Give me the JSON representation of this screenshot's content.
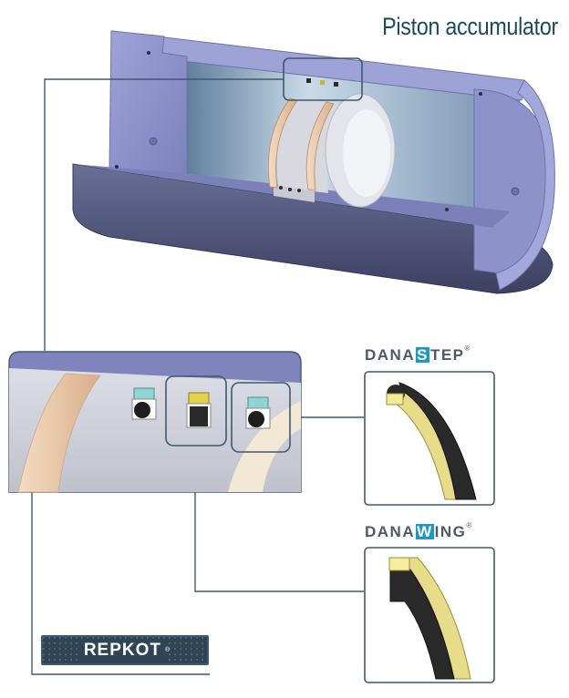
{
  "title": "Piston accumulator",
  "brands": {
    "step": {
      "prefix": "DANA",
      "highlight": "S",
      "suffix": "TEP",
      "mark": "®"
    },
    "wing": {
      "prefix": "DANA",
      "highlight": "W",
      "suffix": "ING",
      "mark": "®"
    },
    "repkot": {
      "name": "REPKOT",
      "mark": "®"
    }
  },
  "colors": {
    "title": "#1b4a62",
    "housing": "#8b8fc9",
    "callout_line": "#3d5a6e",
    "brand_highlight": "#1b98c4",
    "seal_black": "#2a2a2a",
    "seal_yellow": "#e6dc8a",
    "seal_teal": "#8fd6d3",
    "guide_ring": "#e8c9a8"
  }
}
